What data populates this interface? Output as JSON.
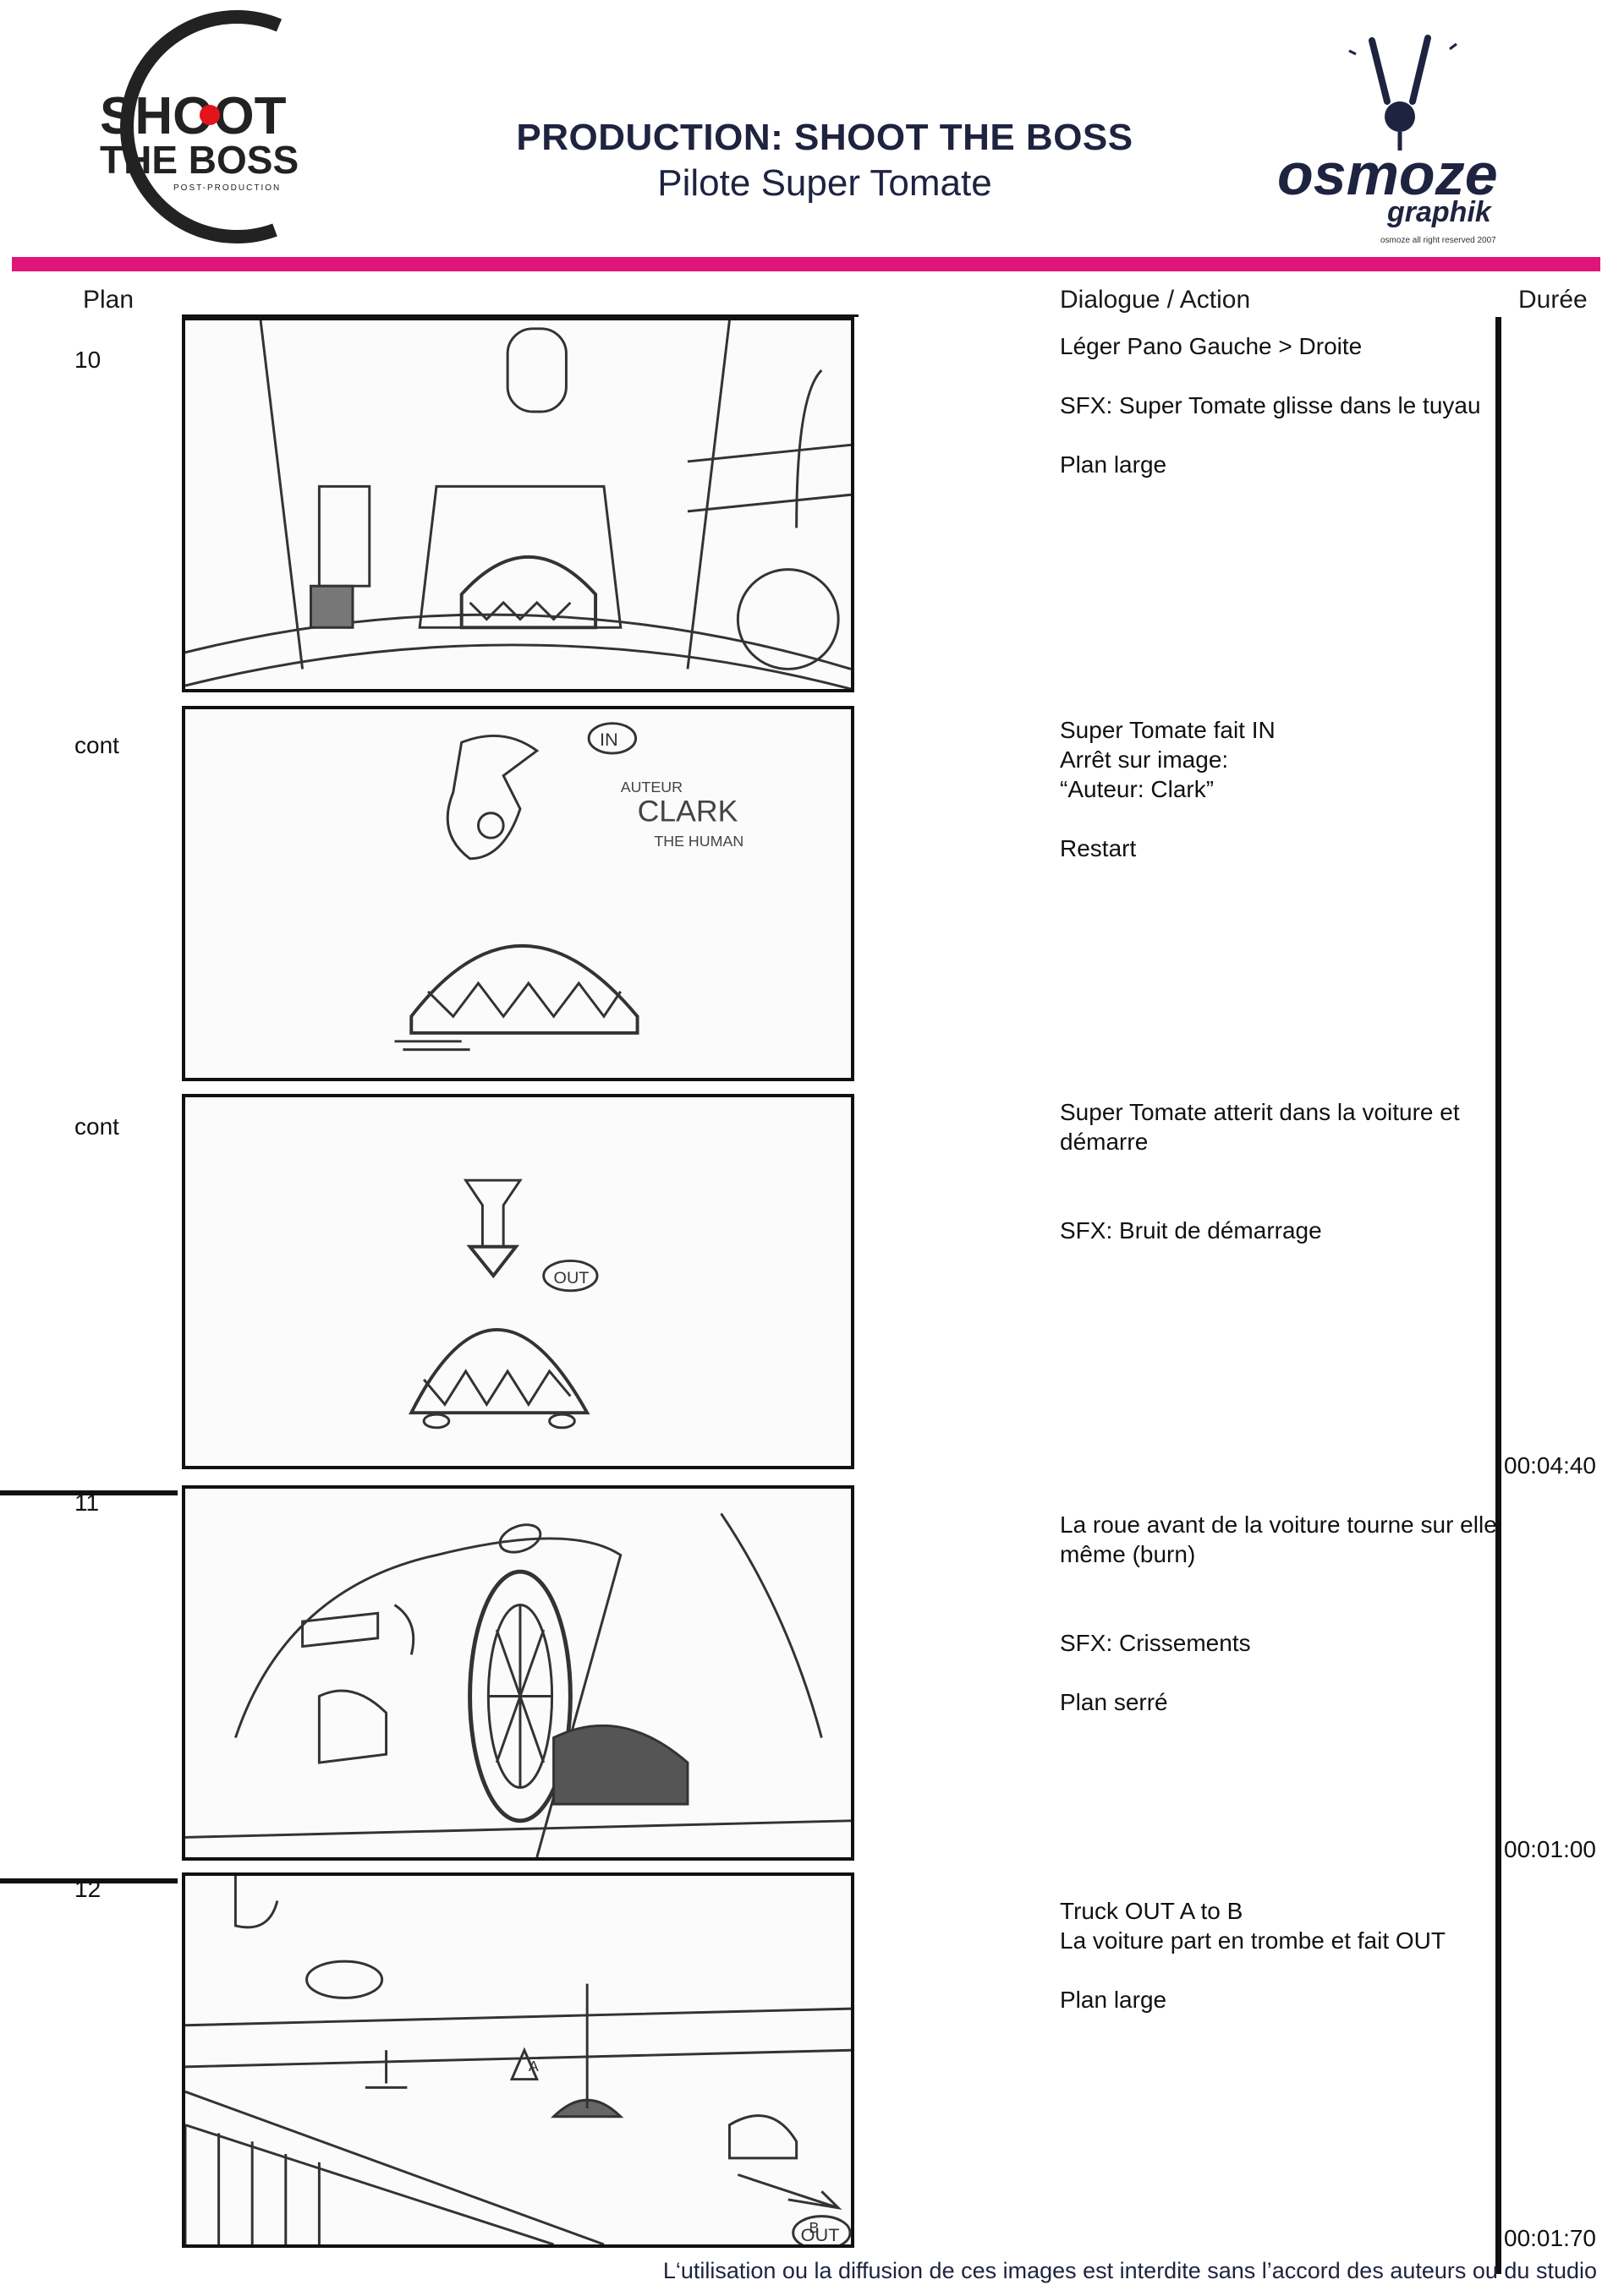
{
  "header": {
    "title": "PRODUCTION: SHOOT THE BOSS",
    "subtitle": "Pilote Super Tomate",
    "left_logo": {
      "line1": "SHOOT",
      "line2": "THE BOSS",
      "tagline": "POST-PRODUCTION"
    },
    "right_logo": {
      "line1": "osmoze",
      "line2": "graphik"
    },
    "copyright": "osmoze all right reserved 2007",
    "accent_color": "#e0157a"
  },
  "columns": {
    "plan": "Plan",
    "dialogue": "Dialogue / Action",
    "duree": "Durée"
  },
  "shots": [
    {
      "plan": "10",
      "action": "Léger Pano Gauche > Droite\n\nSFX: Super Tomate glisse dans le tuyau\n\nPlan large",
      "duration": ""
    },
    {
      "plan": "cont",
      "action": "Super Tomate fait IN\nArrêt sur image:\n“Auteur: Clark”\n\nRestart",
      "duration": ""
    },
    {
      "plan": "cont",
      "action": "Super Tomate atterit dans la voiture et démarre\n\n\nSFX: Bruit de démarrage",
      "duration": "00:04:40"
    },
    {
      "plan": "11",
      "action": "La roue avant de la voiture tourne sur elle même (burn)\n\n\nSFX: Crissements\n\nPlan serré",
      "duration": "00:01:00"
    },
    {
      "plan": "12",
      "action": "Truck OUT A  to B\nLa voiture part en trombe et fait OUT\n\nPlan large",
      "duration": "00:01:70"
    }
  ],
  "sketch_annotations": {
    "panel2_badge": "IN",
    "panel2_note_1": "AUTEUR",
    "panel2_note_2": "CLARK",
    "panel2_note_3": "THE HUMAN",
    "panel3_badge": "OUT",
    "panel5_badge": "OUT",
    "panel5_a": "A",
    "panel5_b": "B"
  },
  "footer": "L‘utilisation ou la diffusion de ces images est interdite sans l’accord des auteurs ou du studio"
}
